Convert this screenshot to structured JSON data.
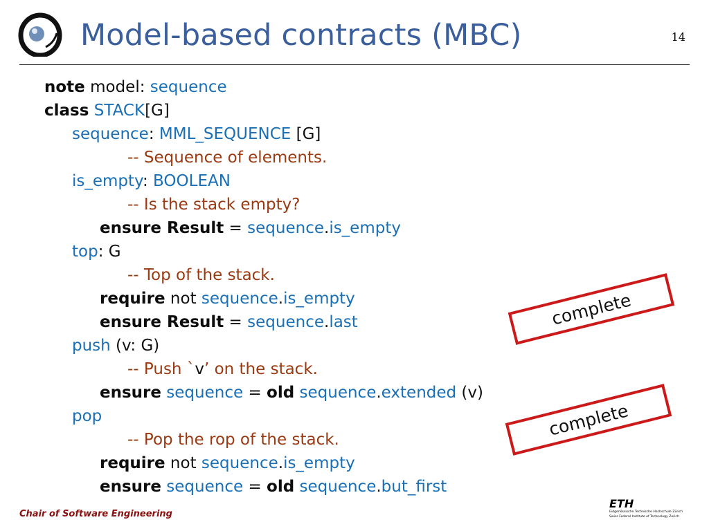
{
  "slide": {
    "title": "Model-based contracts (MBC)",
    "page_number": "14",
    "footer": "Chair of Software Engineering"
  },
  "eth_logo": {
    "mark": "ETH",
    "line1": "Eidgenössische Technische Hochschule Zürich",
    "line2": "Swiss Federal Institute of Technology Zurich"
  },
  "code": {
    "l1": {
      "kw": "note",
      "t1": " model: ",
      "id1": "sequence"
    },
    "l2": {
      "kw": "class",
      "t1": " ",
      "id1": "STACK",
      "t2": "[G]"
    },
    "l3": {
      "id1": "sequence",
      "t1": ": ",
      "id2": "MML_SEQUENCE",
      "t2": " [G]"
    },
    "l4": {
      "cm": "-- Sequence of elements."
    },
    "l5": {
      "id1": "is_empty",
      "t1": ": ",
      "id2": "BOOLEAN"
    },
    "l6": {
      "cm": "-- Is the stack empty?"
    },
    "l7": {
      "kw": "ensure Result",
      "t1": " = ",
      "id1": "sequence",
      "t2": ".",
      "id2": "is_empty"
    },
    "l8": {
      "id1": "top",
      "t1": ": G"
    },
    "l9": {
      "cm": "-- Top of the stack."
    },
    "l10": {
      "kw": "require",
      "t1": " not ",
      "id1": "sequence",
      "t2": ".",
      "id2": "is_empty"
    },
    "l11": {
      "kw": "ensure Result",
      "t1": " = ",
      "id1": "sequence",
      "t2": ".",
      "id2": "last"
    },
    "l12": {
      "id1": "push",
      "t1": " (v: G)"
    },
    "l13": {
      "cm1": "-- Push `",
      "t1": "v",
      "cm2": "’ on the stack."
    },
    "l14": {
      "kw": "ensure",
      "t1": " ",
      "id1": "sequence",
      "t2": " = ",
      "kw2": "old",
      "t3": " ",
      "id2": "sequence",
      "t4": ".",
      "id3": "extended",
      "t5": " (v)"
    },
    "l15": {
      "id1": "pop"
    },
    "l16": {
      "cm": "-- Pop the rop of the stack."
    },
    "l17": {
      "kw": "require",
      "t1": " not ",
      "id1": "sequence",
      "t2": ".",
      "id2": "is_empty"
    },
    "l18": {
      "kw": "ensure",
      "t1": " ",
      "id1": "sequence",
      "t2": " = ",
      "kw2": "old",
      "t3": " ",
      "id2": "sequence",
      "t4": ".",
      "id3": "but_first"
    }
  },
  "stamps": [
    "complete",
    "complete"
  ],
  "colors": {
    "title": "#3a5f9c",
    "identifier": "#1a6fb5",
    "comment": "#9a3a12",
    "stamp_border": "#cc1a1a",
    "footer": "#8b1010"
  }
}
